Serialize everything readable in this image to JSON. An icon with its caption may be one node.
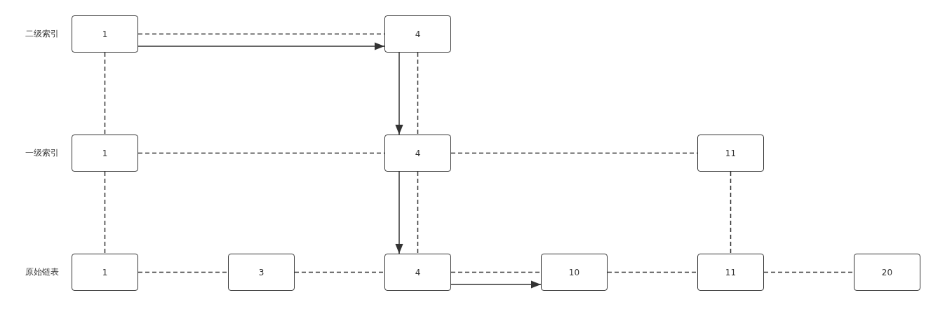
{
  "diagram": {
    "nodes": [
      {
        "text": [
          "1"
        ]
      },
      {
        "text": [
          "4"
        ]
      },
      {
        "text": [
          "1"
        ]
      },
      {
        "text": [
          "4"
        ]
      },
      {
        "text": [
          "11"
        ]
      },
      {
        "text": [
          "1"
        ]
      },
      {
        "text": [
          "3"
        ]
      },
      {
        "text": [
          "4"
        ]
      },
      {
        "text": [
          "10"
        ]
      },
      {
        "text": [
          "11"
        ]
      },
      {
        "text": [
          "20"
        ]
      }
    ],
    "edges": [
      {
        "from": 0,
        "to": 1,
        "arrow": "none",
        "style": "dashed"
      },
      {
        "from": 0,
        "to": 1,
        "arrow": "to"
      },
      {
        "from": 0,
        "to": 2,
        "arrow": "none",
        "style": "dashed"
      },
      {
        "from": 1,
        "to": 3,
        "arrow": "to"
      },
      {
        "from": 1,
        "to": 3,
        "arrow": "none",
        "style": "dashed"
      },
      {
        "from": 2,
        "to": 3,
        "arrow": "none",
        "style": "dashed"
      },
      {
        "from": 3,
        "to": 4,
        "arrow": "none",
        "style": "dashed"
      },
      {
        "from": 2,
        "to": 5,
        "arrow": "none",
        "style": "dashed"
      },
      {
        "from": 3,
        "to": 7,
        "arrow": "to"
      },
      {
        "from": 3,
        "to": 7,
        "arrow": "none",
        "style": "dashed"
      },
      {
        "from": 4,
        "to": 9,
        "arrow": "none",
        "style": "dashed"
      },
      {
        "from": 5,
        "to": 6,
        "arrow": "none",
        "style": "dashed"
      },
      {
        "from": 6,
        "to": 7,
        "arrow": "none",
        "style": "dashed"
      },
      {
        "from": 7,
        "to": 8,
        "arrow": "to"
      },
      {
        "from": 7,
        "to": 8,
        "arrow": "none",
        "style": "dashed"
      },
      {
        "from": 8,
        "to": 9,
        "arrow": "none",
        "style": "dashed"
      },
      {
        "from": 9,
        "to": 10,
        "arrow": "none",
        "style": "dashed"
      }
    ],
    "labels": [
      "二级索引",
      "一级索引",
      "原始链表"
    ]
  }
}
